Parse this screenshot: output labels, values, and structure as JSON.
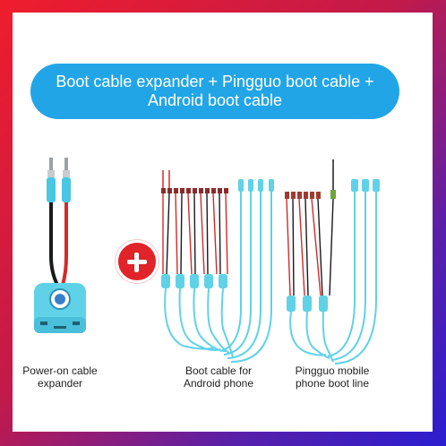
{
  "title": {
    "line1": "Boot cable expander + Pingguo boot cable +",
    "line2": "Android boot cable"
  },
  "products": [
    {
      "caption_line1": "Power-on cable",
      "caption_line2": "expander"
    },
    {
      "caption_line1": "Boot cable for",
      "caption_line2": "Android phone"
    },
    {
      "caption_line1": "Pingguo mobile",
      "caption_line2": "phone boot line"
    }
  ],
  "colors": {
    "frame_start": "#ef1d2c",
    "frame_end": "#2b1ed0",
    "title_pill": "#22a5e6",
    "cable_cyan": "#5fd2e8",
    "wire_red": "#d42a2a",
    "wire_black": "#1a1a1a",
    "plus_badge": "#e1232a"
  }
}
